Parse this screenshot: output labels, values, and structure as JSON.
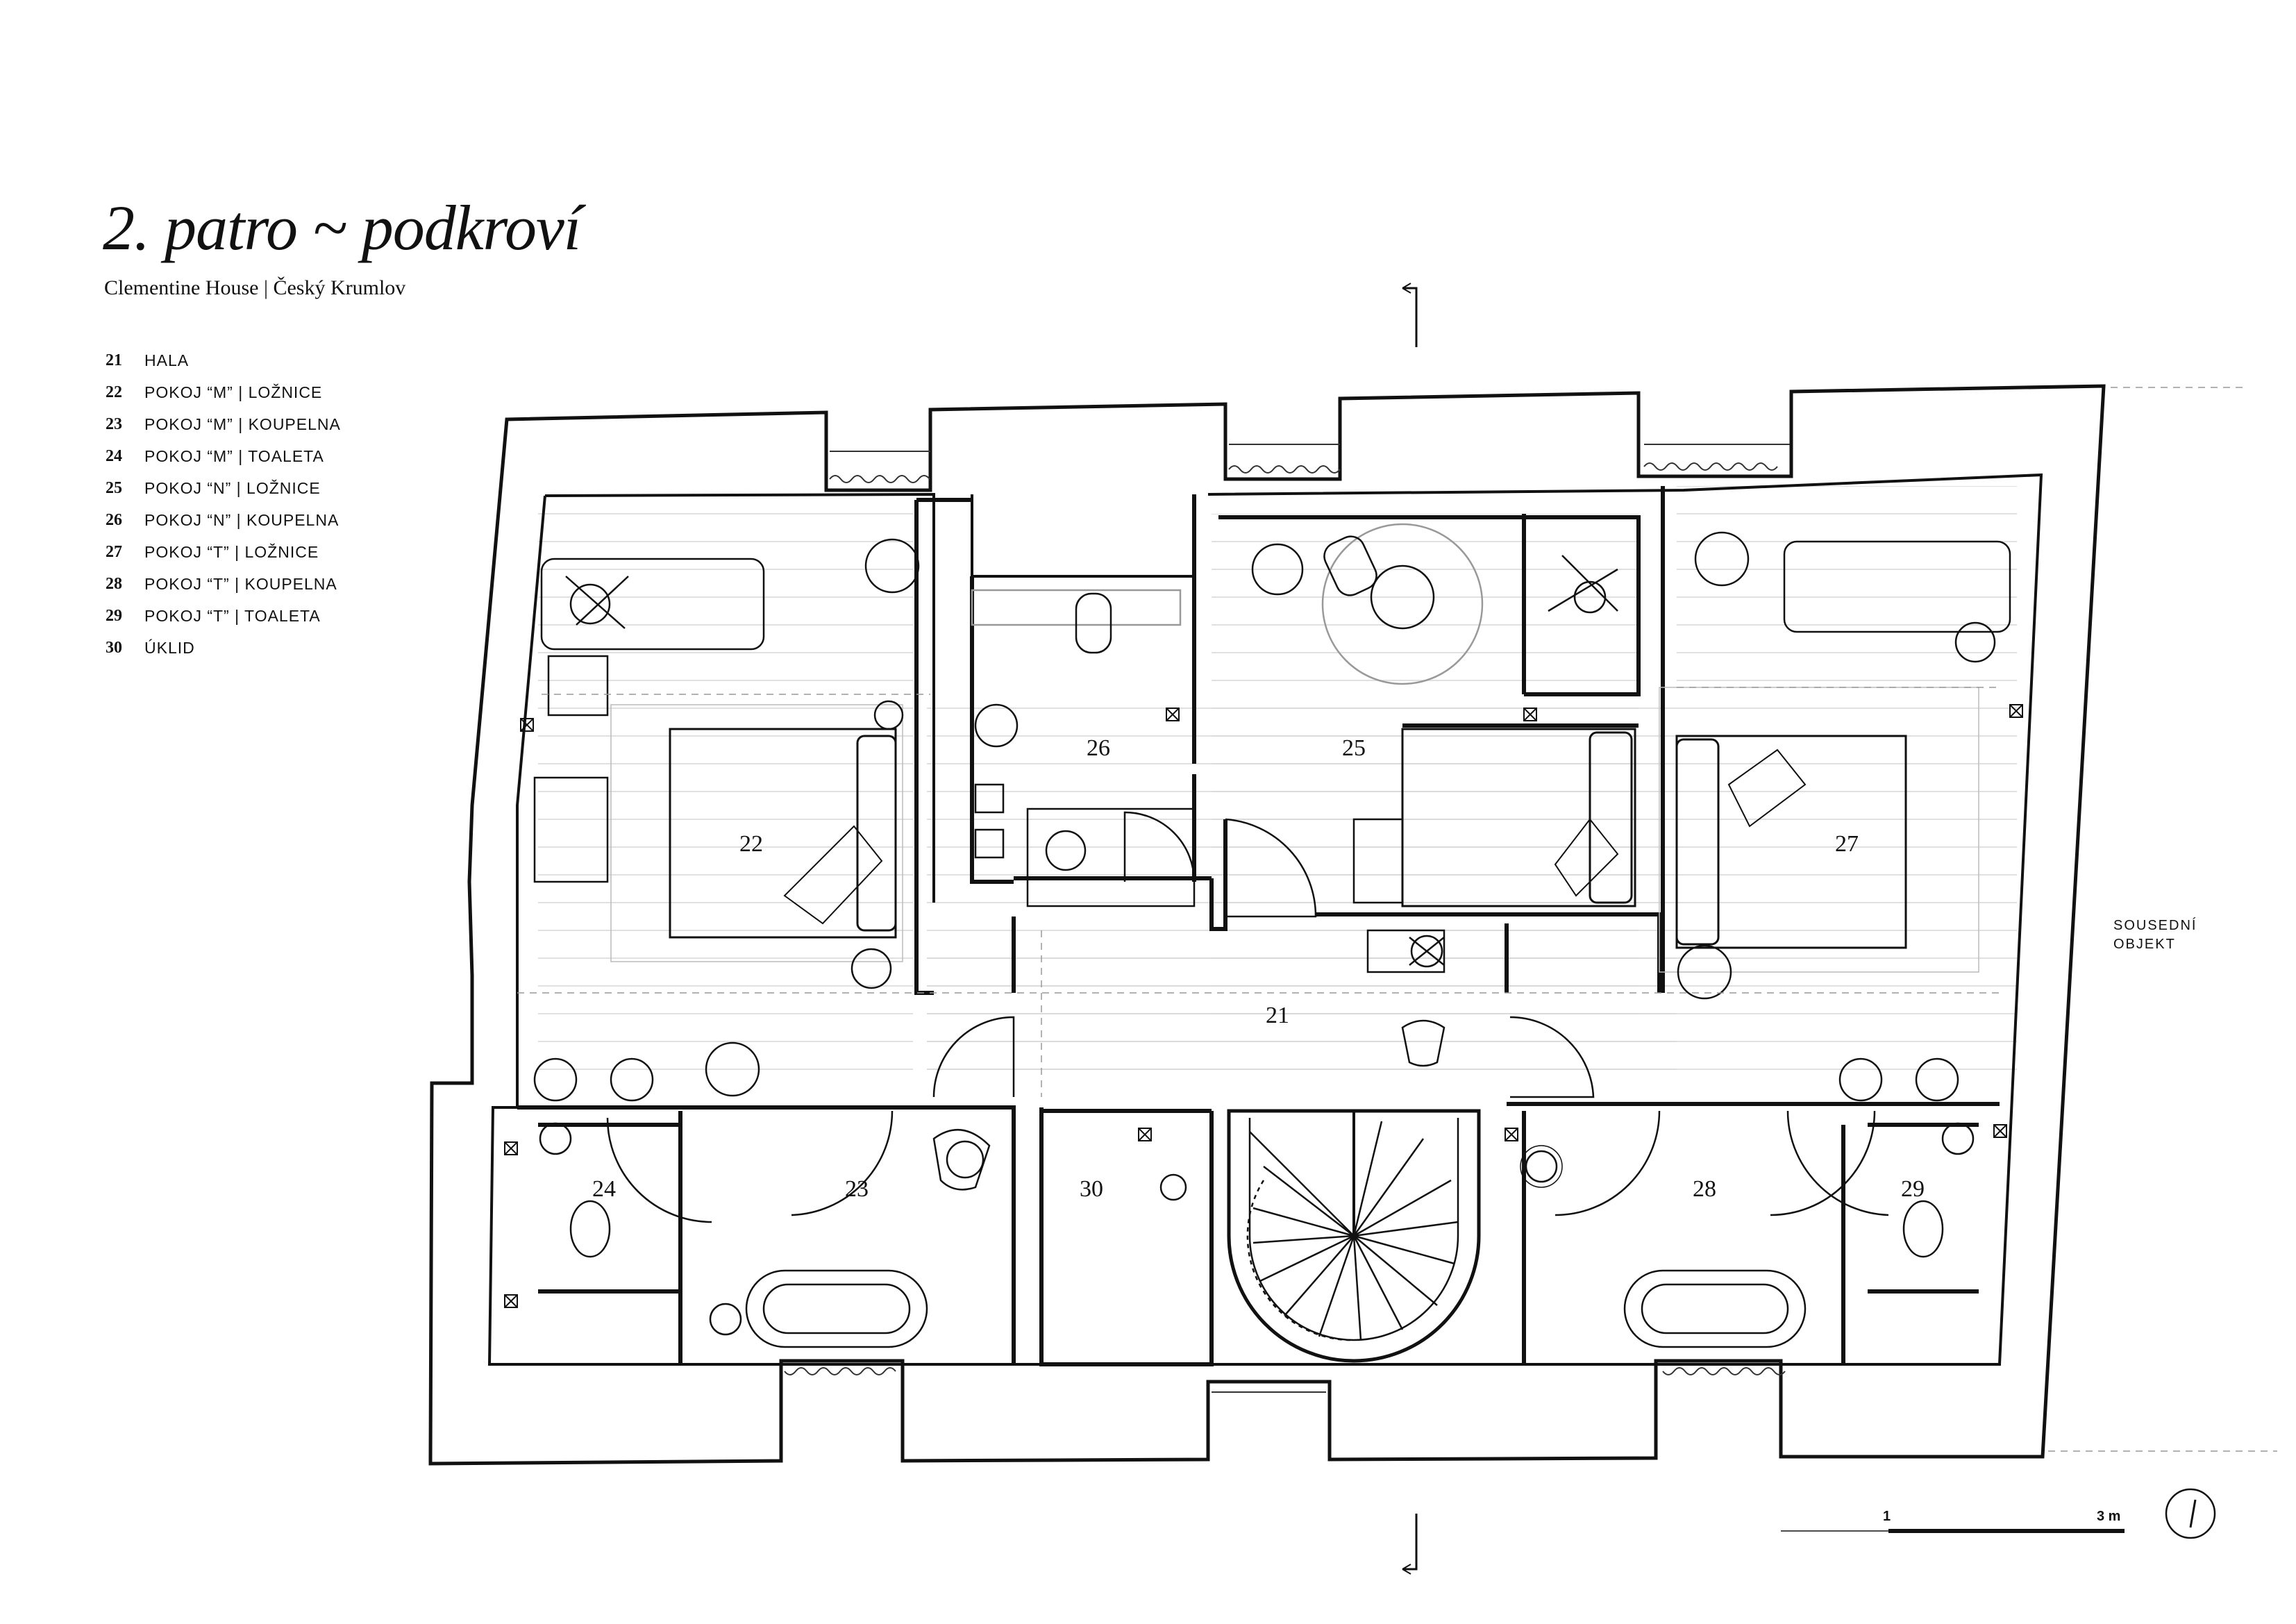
{
  "header": {
    "title": "2. patro ~ podkroví",
    "subtitle": "Clementine House | Český Krumlov"
  },
  "legend": [
    {
      "num": "21",
      "label": "HALA"
    },
    {
      "num": "22",
      "label": "POKOJ “M” | LOŽNICE"
    },
    {
      "num": "23",
      "label": "POKOJ “M” | KOUPELNA"
    },
    {
      "num": "24",
      "label": "POKOJ “M” | TOALETA"
    },
    {
      "num": "25",
      "label": "POKOJ “N” | LOŽNICE"
    },
    {
      "num": "26",
      "label": "POKOJ “N” | KOUPELNA"
    },
    {
      "num": "27",
      "label": "POKOJ “T” | LOŽNICE"
    },
    {
      "num": "28",
      "label": "POKOJ “T” | KOUPELNA"
    },
    {
      "num": "29",
      "label": "POKOJ “T” | TOALETA"
    },
    {
      "num": "30",
      "label": "ÚKLID"
    }
  ],
  "rooms": {
    "r21": "21",
    "r22": "22",
    "r23": "23",
    "r24": "24",
    "r25": "25",
    "r26": "26",
    "r27": "27",
    "r28": "28",
    "r29": "29",
    "r30": "30"
  },
  "neighbor": {
    "line1": "SOUSEDNÍ",
    "line2": "OBJEKT"
  },
  "scale": {
    "label_start": "1",
    "label_end": "3 m"
  },
  "icons": {
    "section_marker": "section-arrow-icon",
    "north": "north-arrow-icon"
  },
  "colors": {
    "ink": "#111111",
    "grid": "#c8c8c8"
  }
}
